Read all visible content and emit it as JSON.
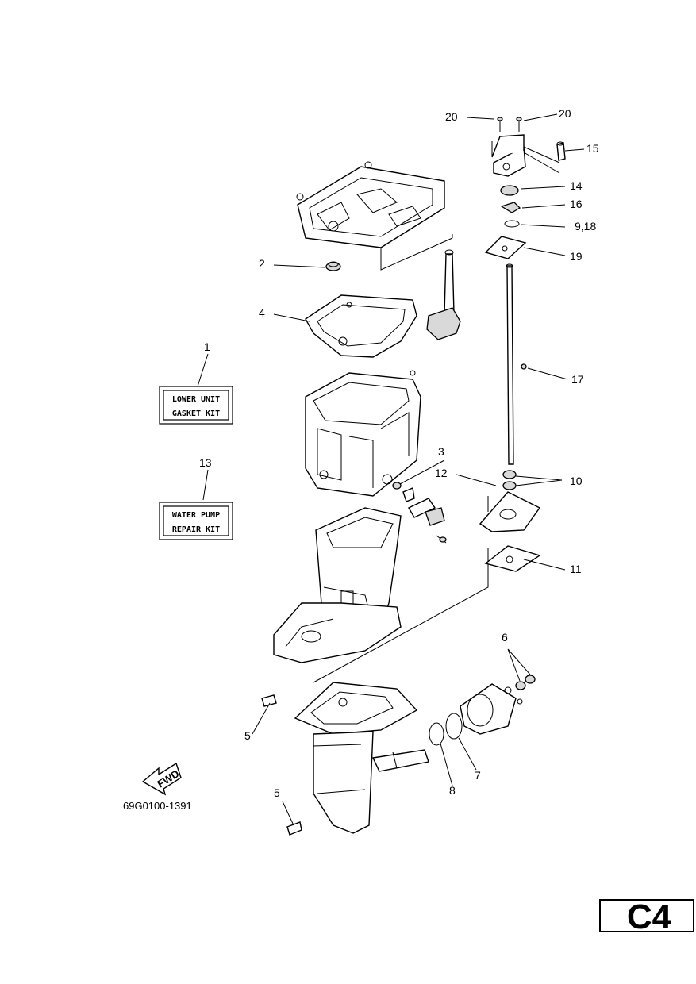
{
  "diagram": {
    "callouts": {
      "c1": "1",
      "c2": "2",
      "c3": "3",
      "c4": "4",
      "c5a": "5",
      "c5b": "5",
      "c6": "6",
      "c7": "7",
      "c8": "8",
      "c9_18": "9,18",
      "c10": "10",
      "c11": "11",
      "c12": "12",
      "c13": "13",
      "c14": "14",
      "c15": "15",
      "c16": "16",
      "c17": "17",
      "c19": "19",
      "c20a": "20",
      "c20b": "20"
    },
    "kits": {
      "gasket_line1": "LOWER UNIT",
      "gasket_line2": "GASKET KIT",
      "pump_line1": "WATER PUMP",
      "pump_line2": "REPAIR KIT"
    },
    "fwd_label": "FWD",
    "drawing_code": "69G0100-1391",
    "page_code": "C4"
  }
}
